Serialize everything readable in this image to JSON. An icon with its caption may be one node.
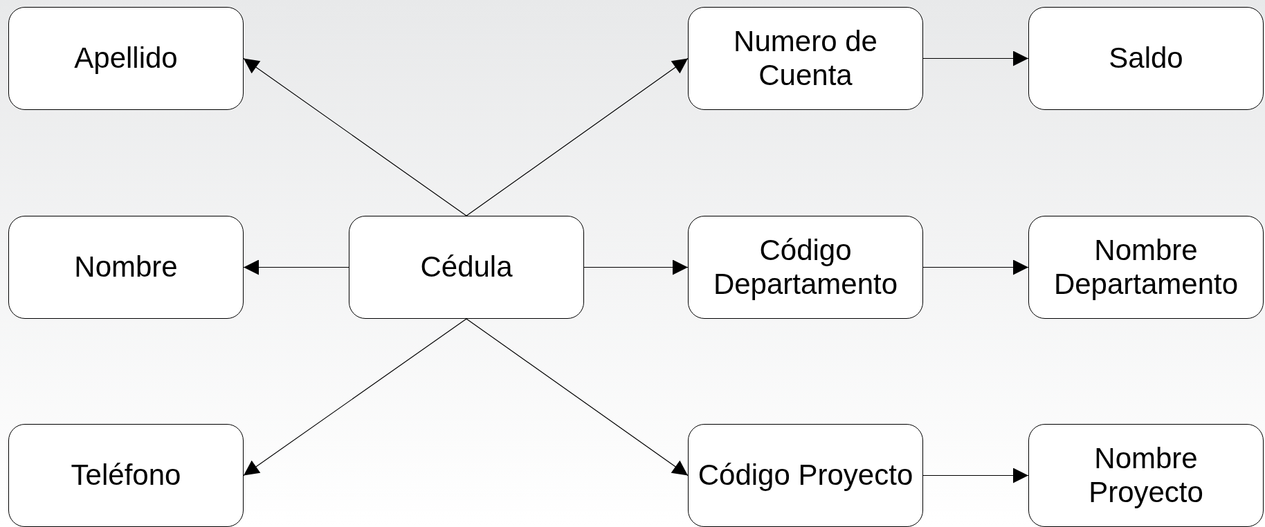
{
  "diagram": {
    "nodes": [
      {
        "text": [
          "Apellido"
        ]
      },
      {
        "text": [
          "Numero de Cuenta"
        ]
      },
      {
        "text": [
          "Saldo"
        ]
      },
      {
        "text": [
          "Nombre"
        ]
      },
      {
        "text": [
          "Cédula"
        ]
      },
      {
        "text": [
          "Código Departamento"
        ]
      },
      {
        "text": [
          "Nombre Departamento"
        ]
      },
      {
        "text": [
          "Teléfono"
        ]
      },
      {
        "text": [
          "Código Proyecto"
        ]
      },
      {
        "text": [
          "Nombre Proyecto"
        ]
      }
    ],
    "edges": [
      {
        "from": 4,
        "to": 0,
        "arrow": "to"
      },
      {
        "from": 4,
        "to": 1,
        "arrow": "to"
      },
      {
        "from": 1,
        "to": 2,
        "arrow": "to"
      },
      {
        "from": 4,
        "to": 3,
        "arrow": "to"
      },
      {
        "from": 4,
        "to": 5,
        "arrow": "to"
      },
      {
        "from": 5,
        "to": 6,
        "arrow": "to"
      },
      {
        "from": 4,
        "to": 7,
        "arrow": "to"
      },
      {
        "from": 4,
        "to": 8,
        "arrow": "to"
      },
      {
        "from": 8,
        "to": 9,
        "arrow": "to"
      }
    ]
  }
}
